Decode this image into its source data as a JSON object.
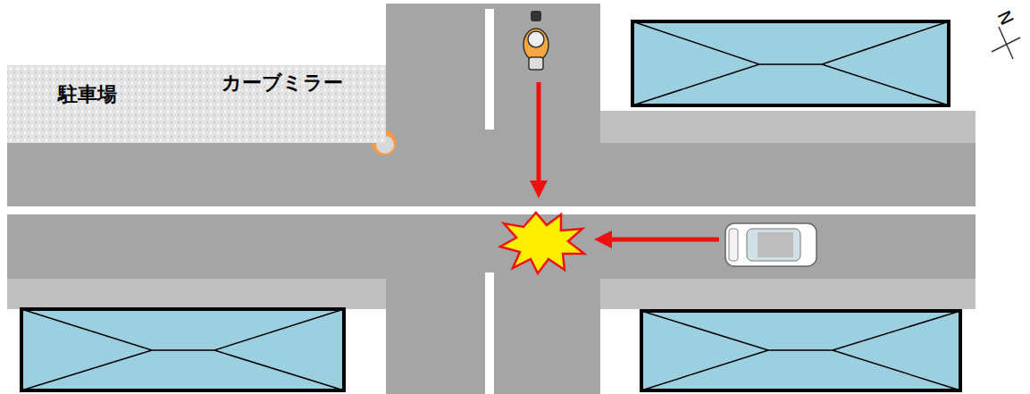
{
  "diagram": {
    "nodes": [
      {
        "text": [
          "駐車場"
        ]
      }
    ],
    "labels": [
      "カーブミラー",
      "N"
    ]
  }
}
